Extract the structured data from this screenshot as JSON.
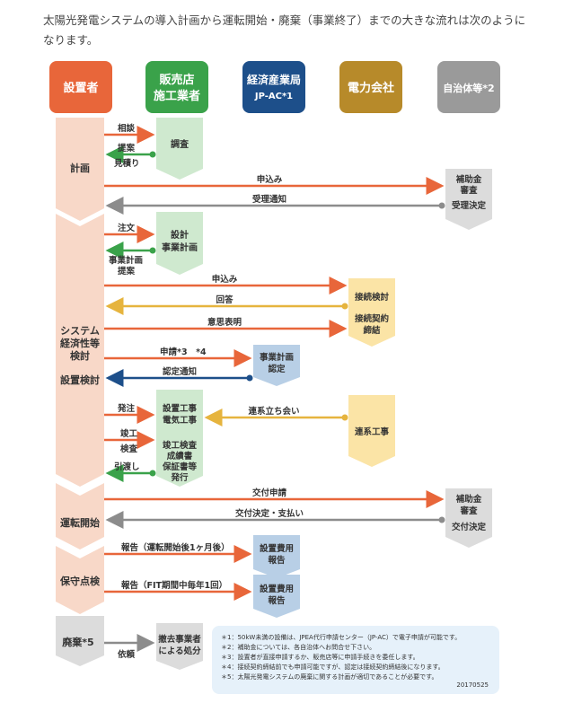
{
  "intro": "太陽光発電システムの導入計画から運転開始・廃棄（事業終了）までの大きな流れは次のようになります。",
  "headers": [
    {
      "id": "installer",
      "lines": [
        "設置者"
      ],
      "color": "#e8663a"
    },
    {
      "id": "vendor",
      "lines": [
        "販売店",
        "施工業者"
      ],
      "color": "#3aa24a"
    },
    {
      "id": "meti",
      "lines": [
        "経済産業局",
        "JP-AC*1"
      ],
      "color": "#1d4f8a"
    },
    {
      "id": "power",
      "lines": [
        "電力会社"
      ],
      "color": "#b78a2a"
    },
    {
      "id": "local",
      "lines": [
        "自治体等*2"
      ],
      "color": "#9a9a9a"
    }
  ],
  "phases": [
    {
      "id": "plan",
      "label": "計画"
    },
    {
      "id": "system",
      "label_lines": [
        "システム",
        "経済性等",
        "検討"
      ]
    },
    {
      "id": "equip",
      "label": "設置検討"
    },
    {
      "id": "start",
      "label": "運転開始"
    },
    {
      "id": "maint",
      "label": "保守点検"
    },
    {
      "id": "dispose",
      "label": "廃棄*5"
    }
  ],
  "boxes": {
    "survey": "調査",
    "design": [
      "設計",
      "事業計画"
    ],
    "subsidy1": [
      "補助金",
      "審査",
      "受理決定"
    ],
    "grid_review": "接続検討",
    "grid_contract": [
      "接続契約",
      "締結"
    ],
    "meti_approve": [
      "事業計画",
      "認定"
    ],
    "construct": [
      "設置工事",
      "電気工事"
    ],
    "inspect": [
      "竣工検査",
      "成績書",
      "保証書等",
      "発行"
    ],
    "grid_work": "連系工事",
    "subsidy2": [
      "補助金",
      "審査",
      "交付決定"
    ],
    "report1": [
      "設置費用",
      "報告"
    ],
    "report2": [
      "設置費用",
      "報告"
    ],
    "dispose_vendor": [
      "撤去事業者",
      "による処分"
    ]
  },
  "arrows": {
    "consult": "相談",
    "propose": [
      "提案",
      "見積り"
    ],
    "apply1": "申込み",
    "receipt": "受理通知",
    "order": "注文",
    "plan_propose": [
      "事業計画",
      "提案"
    ],
    "apply2": "申込み",
    "answer": "回答",
    "intent": "意思表明",
    "apply3": "申請*3　*4",
    "cert_notice": "認定通知",
    "order2": "発注",
    "grid_attend": "連系立ち会い",
    "completion": [
      "竣工",
      "検査"
    ],
    "handover": "引渡し",
    "grant_apply": "交付申請",
    "grant_decision": "交付決定・支払い",
    "report_first": "報告（運転開始後1ヶ月後）",
    "report_fit": "報告（FIT期間中毎年1回）",
    "request": "依頼"
  },
  "notes": [
    "＊1：50kW未満の設備は、JPEA代行申請センター（JP-AC）で電子申請が可能です。",
    "＊2：補助金については、各自治体へお問合せ下さい。",
    "＊3：設置者が直接申請するか、販売店等に申請手続きを委任します。",
    "＊4：接続契約締結前でも申請可能ですが、認定は接続契約締結後になります。",
    "＊5：太陽光発電システムの廃棄に関する計画が適切であることが必要です。"
  ],
  "date": "20170525",
  "colors": {
    "orange": "#e8663a",
    "green": "#3aa24a",
    "blue": "#1d4f8a",
    "yellow": "#f0c24b",
    "gray": "#9a9a9a"
  }
}
